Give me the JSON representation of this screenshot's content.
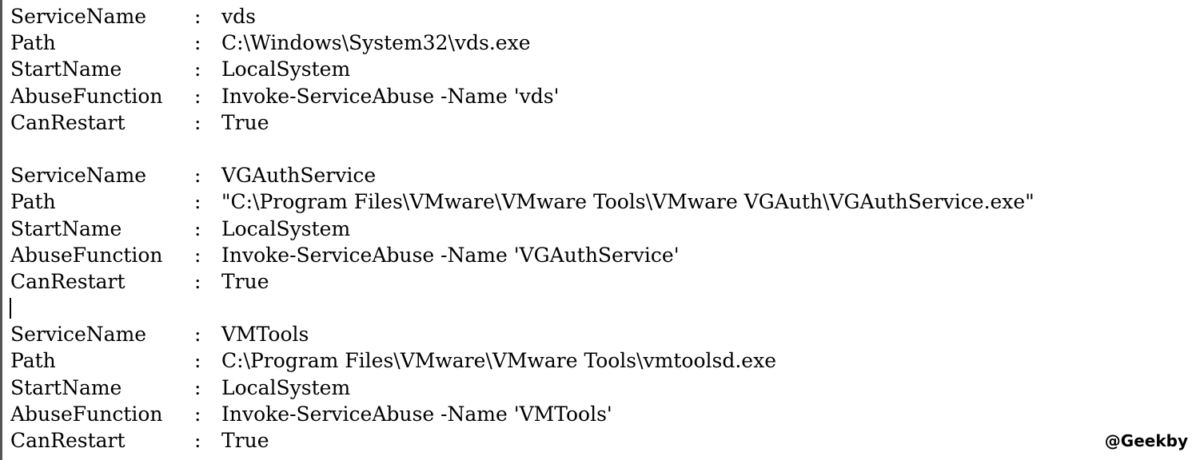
{
  "separator": ":",
  "services": [
    {
      "fields": [
        {
          "key": "ServiceName",
          "value": "vds"
        },
        {
          "key": "Path",
          "value": "C:\\Windows\\System32\\vds.exe"
        },
        {
          "key": "StartName",
          "value": "LocalSystem"
        },
        {
          "key": "AbuseFunction",
          "value": "Invoke-ServiceAbuse -Name 'vds'"
        },
        {
          "key": "CanRestart",
          "value": "True"
        }
      ]
    },
    {
      "fields": [
        {
          "key": "ServiceName",
          "value": "VGAuthService"
        },
        {
          "key": "Path",
          "value": "\"C:\\Program Files\\VMware\\VMware Tools\\VMware VGAuth\\VGAuthService.exe\""
        },
        {
          "key": "StartName",
          "value": "LocalSystem"
        },
        {
          "key": "AbuseFunction",
          "value": "Invoke-ServiceAbuse -Name 'VGAuthService'"
        },
        {
          "key": "CanRestart",
          "value": "True"
        }
      ]
    },
    {
      "fields": [
        {
          "key": "ServiceName",
          "value": "VMTools"
        },
        {
          "key": "Path",
          "value": "C:\\Program Files\\VMware\\VMware Tools\\vmtoolsd.exe"
        },
        {
          "key": "StartName",
          "value": "LocalSystem"
        },
        {
          "key": "AbuseFunction",
          "value": "Invoke-ServiceAbuse -Name 'VMTools'"
        },
        {
          "key": "CanRestart",
          "value": "True"
        }
      ]
    }
  ],
  "watermark": "@Geekby"
}
